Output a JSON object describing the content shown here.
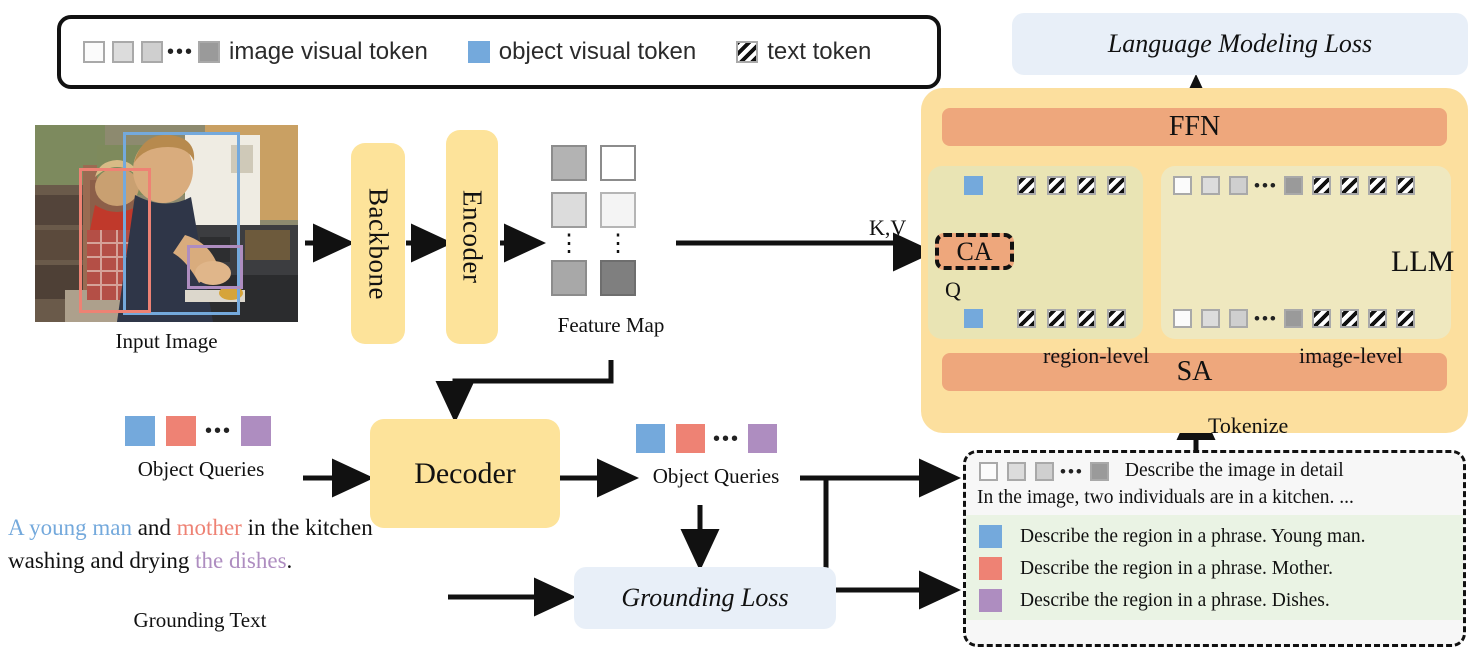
{
  "legend": {
    "image_visual_token": "image visual token",
    "object_visual_token": "object visual token",
    "text_token": "text token"
  },
  "pipeline": {
    "input_image_caption": "Input Image",
    "backbone": "Backbone",
    "encoder": "Encoder",
    "feature_map_caption": "Feature Map",
    "decoder": "Decoder",
    "object_queries_left": "Object Queries",
    "object_queries_right": "Object Queries",
    "grounding_loss": "Grounding Loss",
    "grounding_text_caption": "Grounding Text"
  },
  "grounding_text": {
    "part1": "A young man",
    "part2": " and ",
    "part3": "mother",
    "part4": " in the kitchen washing and drying ",
    "part5": "the dishes",
    "part6": "."
  },
  "llm": {
    "title": "LLM",
    "ffn": "FFN",
    "sa": "SA",
    "ca": "CA",
    "kv_label": "K,V",
    "q_label": "Q",
    "region_level": "region-level",
    "image_level": "image-level",
    "tokenize": "Tokenize",
    "language_modeling_loss": "Language Modeling Loss"
  },
  "prompt_panel": {
    "image_prompt": "Describe the image in detail",
    "image_response": "In the image, two individuals are in a kitchen. ...",
    "regions": [
      {
        "color": "#74a9dc",
        "text": "Describe the region in a phrase. Young man."
      },
      {
        "color": "#ee8274",
        "text": "Describe the region in a phrase. Mother."
      },
      {
        "color": "#ae8dc0",
        "text": "Describe the region in a phrase. Dishes."
      }
    ]
  },
  "colors": {
    "module_yellow": "#fde39a",
    "llm_yellow": "#fcdf9e",
    "subpanel_olive": "#e9e4b4",
    "bar_orange": "#eea77c",
    "loss_blue": "#e8eff8",
    "object_blue": "#74a9dc",
    "object_red": "#ee8274",
    "object_purple": "#ae8dc0",
    "prompt_green": "#eaf3e4"
  },
  "feature_map_cells": [
    [
      "#b3b3b3",
      "#ffffff"
    ],
    [
      "#dcdcdc",
      "#f4f4f4"
    ],
    [
      "#a8a8a8",
      "#7f7f7f"
    ]
  ],
  "image_token_shades": [
    "#fbfbfb",
    "#dcdcdc",
    "#cfcfcf",
    "#9a9a9a"
  ],
  "icons": {
    "ellipsis": "•••",
    "vertical_ellipsis": "⋮"
  }
}
